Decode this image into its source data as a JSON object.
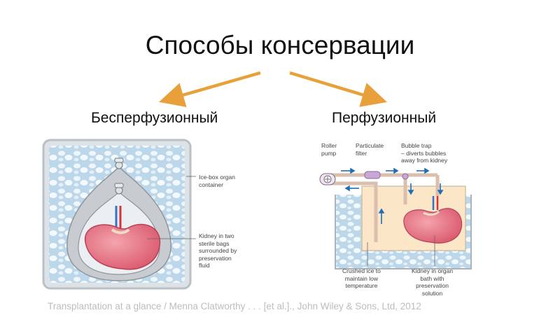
{
  "title": "Способы консервации",
  "left_method": "Бесперфузионный",
  "right_method": "Перфузионный",
  "left_diagram": {
    "labels": {
      "container": "Ice-box organ\ncontainer",
      "kidney_bags": "Kidney in two\nsterile bags\nsurrounded by\npreservation\nfluid"
    }
  },
  "right_diagram": {
    "labels": {
      "roller_pump": "Roller\npump",
      "filter": "Particulate\nfilter",
      "bubble_trap": "Bubble trap\n– diverts bubbles\naway from kidney",
      "crushed_ice": "Crushed ice to\nmaintain low\ntemperature",
      "kidney_bath": "Kidney in organ\nbath with\npreservation\nsolution"
    }
  },
  "caption": "Transplantation at a glance / Menna Clatworthy . . . [et al.]., John Wiley & Sons, Ltd, 2012",
  "colors": {
    "arrow": "#e8a13a",
    "ice": "#cfe3f2",
    "kidney": "#e0707f",
    "flow_arrow": "#1f6fb5",
    "bath": "#fbe6c8"
  }
}
